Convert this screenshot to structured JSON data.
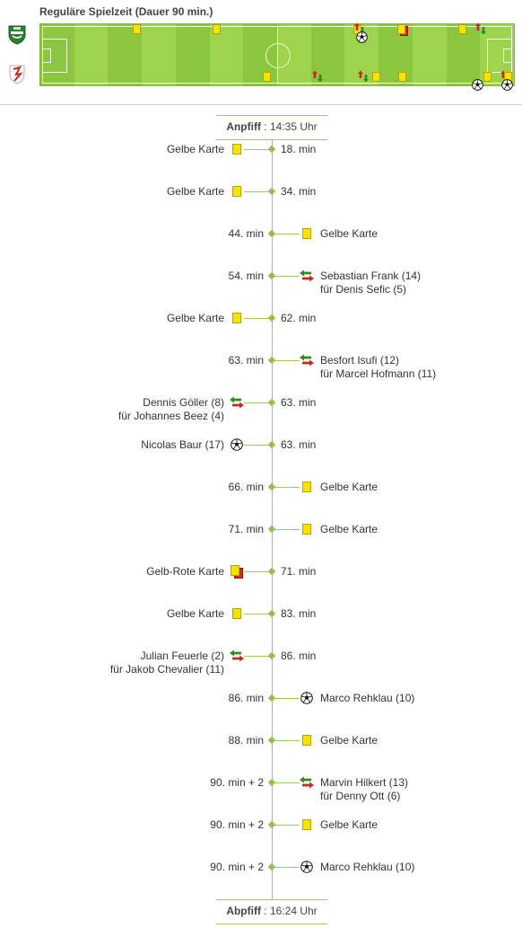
{
  "header": {
    "title": "Reguläre Spielzeit (Dauer 90 min.)"
  },
  "logos": {
    "home": "club-crest-green-icon",
    "away": "club-crest-red-icon"
  },
  "colors": {
    "pitch_light": "#9ed34e",
    "pitch_dark": "#8cc63f",
    "line": "#9bc75b",
    "yellow_card": "#f7e200",
    "red_card": "#d8261c",
    "sub_in": "#2e8b1e",
    "sub_out": "#c8281e"
  },
  "kickoff": {
    "label": "Anpfiff",
    "time": " : 14:35 Uhr"
  },
  "final_whistle": {
    "label": "Abpfiff",
    "time": " : 16:24 Uhr"
  },
  "events": [
    {
      "side": "left",
      "type": "yellow",
      "minute": "18. min",
      "line1": "Gelbe Karte"
    },
    {
      "side": "left",
      "type": "yellow",
      "minute": "34. min",
      "line1": "Gelbe Karte"
    },
    {
      "side": "right",
      "type": "yellow",
      "minute": "44. min",
      "line1": "Gelbe Karte"
    },
    {
      "side": "right",
      "type": "sub",
      "minute": "54. min",
      "line1": "Sebastian Frank (14)",
      "line2": "für Denis Sefic (5)"
    },
    {
      "side": "left",
      "type": "yellow",
      "minute": "62. min",
      "line1": "Gelbe Karte"
    },
    {
      "side": "right",
      "type": "sub",
      "minute": "63. min",
      "line1": "Besfort Isufi (12)",
      "line2": "für Marcel Hofmann (11)"
    },
    {
      "side": "left",
      "type": "sub",
      "minute": "63. min",
      "line1": "Dennis Göller (8)",
      "line2": "für Johannes Beez (4)"
    },
    {
      "side": "left",
      "type": "goal",
      "minute": "63. min",
      "line1": "Nicolas Baur (17)"
    },
    {
      "side": "right",
      "type": "yellow",
      "minute": "66. min",
      "line1": "Gelbe Karte"
    },
    {
      "side": "right",
      "type": "yellow",
      "minute": "71. min",
      "line1": "Gelbe Karte"
    },
    {
      "side": "left",
      "type": "yellowred",
      "minute": "71. min",
      "line1": "Gelb-Rote Karte"
    },
    {
      "side": "left",
      "type": "yellow",
      "minute": "83. min",
      "line1": "Gelbe Karte"
    },
    {
      "side": "left",
      "type": "sub",
      "minute": "86. min",
      "line1": "Julian Feuerle (2)",
      "line2": "für Jakob Chevalier (11)"
    },
    {
      "side": "right",
      "type": "goal",
      "minute": "86. min",
      "line1": "Marco Rehklau (10)"
    },
    {
      "side": "right",
      "type": "yellow",
      "minute": "88. min",
      "line1": "Gelbe Karte"
    },
    {
      "side": "right",
      "type": "sub",
      "minute": "90. min + 2",
      "line1": "Marvin Hilkert (13)",
      "line2": "für Denny Ott (6)"
    },
    {
      "side": "right",
      "type": "yellow",
      "minute": "90. min + 2",
      "line1": "Gelbe Karte"
    },
    {
      "side": "right",
      "type": "goal",
      "minute": "90. min + 2",
      "line1": "Marco Rehklau (10)"
    }
  ],
  "pitch_markers": {
    "home_row": [
      {
        "type": "yellow",
        "minute": 18
      },
      {
        "type": "yellow",
        "minute": 34
      },
      {
        "type": "yellow",
        "minute": 62
      },
      {
        "type": "sub",
        "minute": 63
      },
      {
        "type": "goal",
        "minute": 63
      },
      {
        "type": "yellowred",
        "minute": 71
      },
      {
        "type": "yellow",
        "minute": 83
      },
      {
        "type": "sub",
        "minute": 86
      }
    ],
    "away_row": [
      {
        "type": "yellow",
        "minute": 44
      },
      {
        "type": "sub",
        "minute": 54
      },
      {
        "type": "sub",
        "minute": 63
      },
      {
        "type": "yellow",
        "minute": 66
      },
      {
        "type": "yellow",
        "minute": 71
      },
      {
        "type": "goal",
        "minute": 86
      },
      {
        "type": "yellow",
        "minute": 88
      },
      {
        "type": "sub",
        "minute": 92
      },
      {
        "type": "yellow",
        "minute": 92
      },
      {
        "type": "goal",
        "minute": 92
      }
    ]
  }
}
